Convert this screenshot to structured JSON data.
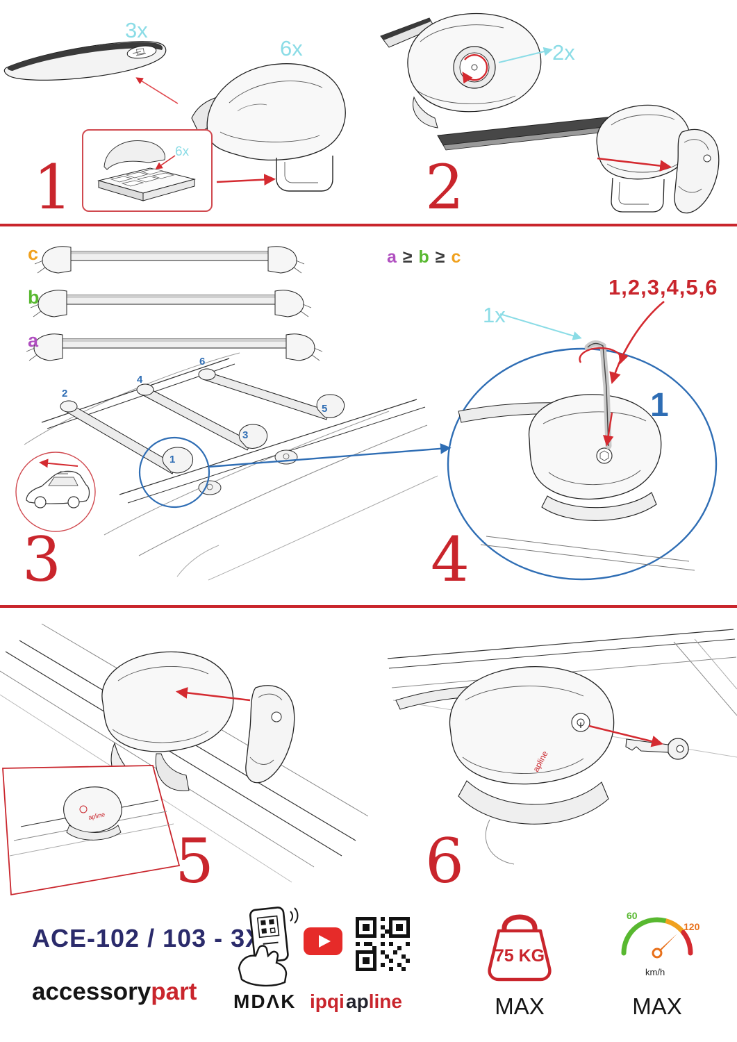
{
  "steps": {
    "step1": {
      "number": "1",
      "bar_qty": "3x",
      "foot_qty": "6x",
      "pad_qty": "6x"
    },
    "step2": {
      "number": "2",
      "knob_qty": "2x"
    },
    "step3": {
      "number": "3",
      "label_a": "a",
      "label_b": "b",
      "label_c": "c",
      "formula": {
        "a": "a",
        "ge1": "≥",
        "b": "b",
        "ge2": "≥",
        "c": "c"
      },
      "positions": [
        "1",
        "2",
        "3",
        "4",
        "5",
        "6"
      ]
    },
    "step4": {
      "number": "4",
      "sequence": "1,2,3,4,5,6",
      "tool_qty": "1x",
      "highlight": "1"
    },
    "step5": {
      "number": "5"
    },
    "step6": {
      "number": "6"
    }
  },
  "branding": {
    "apline_mark": "apline"
  },
  "footer": {
    "model": "ACE-102 / 103 - 3X",
    "brand_black": "accessory",
    "brand_red": "part",
    "mdak": "MDΛK",
    "ipqi": "ipqi",
    "apline_prefix": "ap",
    "apline_suffix": "line",
    "weight_value": "75 KG",
    "weight_max_label": "MAX",
    "speed_low": "60",
    "speed_high": "120",
    "speed_unit": "km/h",
    "speed_max_label": "MAX"
  },
  "colors": {
    "red": "#c9252c",
    "cyan": "#8adde6",
    "blue": "#2e6db4",
    "navy": "#2b2b6b",
    "green": "#58b830",
    "orange": "#f0a11e",
    "purple": "#b04fc0"
  }
}
